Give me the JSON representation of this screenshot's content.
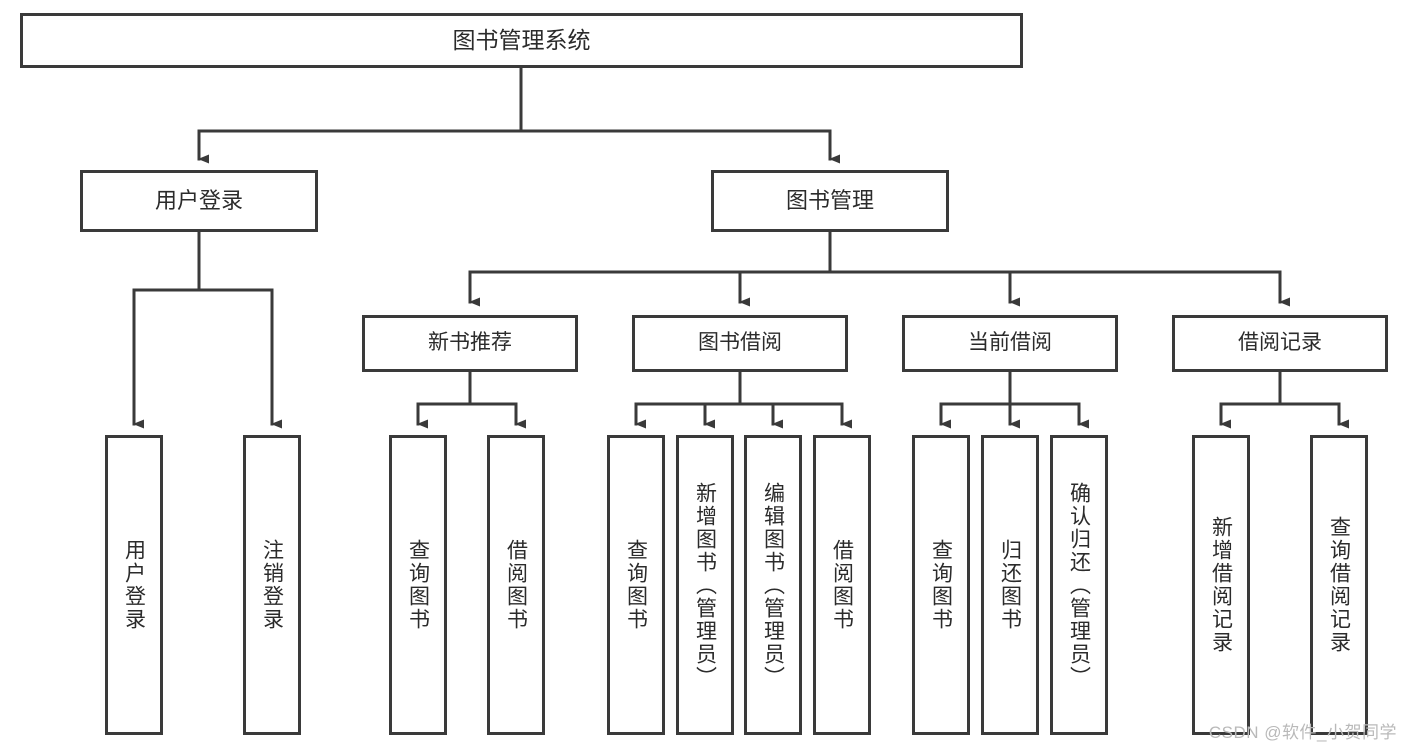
{
  "diagram": {
    "type": "tree-hierarchy",
    "title": "图书管理系统",
    "watermark": "CSDN @软件_小贺同学",
    "style": {
      "box_border_color": "#3a3a3a",
      "box_fill_color": "#ffffff",
      "connector_color": "#3a3a3a",
      "text_color": "#2b2b2b",
      "background": "#ffffff"
    },
    "root": {
      "label": "图书管理系统",
      "level": 0
    },
    "level1": [
      {
        "label": "用户登录"
      },
      {
        "label": "图书管理"
      }
    ],
    "level2": [
      {
        "label": "新书推荐"
      },
      {
        "label": "图书借阅"
      },
      {
        "label": "当前借阅"
      },
      {
        "label": "借阅记录"
      }
    ],
    "leaves": {
      "user_login": [
        {
          "label": "用户登录"
        },
        {
          "label": "注销登录"
        }
      ],
      "new_book_recommend": [
        {
          "label": "查询图书"
        },
        {
          "label": "借阅图书"
        }
      ],
      "book_borrow": [
        {
          "label": "查询图书"
        },
        {
          "label": "新增图书（管理员）"
        },
        {
          "label": "编辑图书（管理员）"
        },
        {
          "label": "借阅图书"
        }
      ],
      "current_borrow": [
        {
          "label": "查询图书"
        },
        {
          "label": "归还图书"
        },
        {
          "label": "确认归还（管理员）"
        }
      ],
      "borrow_record": [
        {
          "label": "新增借阅记录"
        },
        {
          "label": "查询借阅记录"
        }
      ]
    }
  }
}
